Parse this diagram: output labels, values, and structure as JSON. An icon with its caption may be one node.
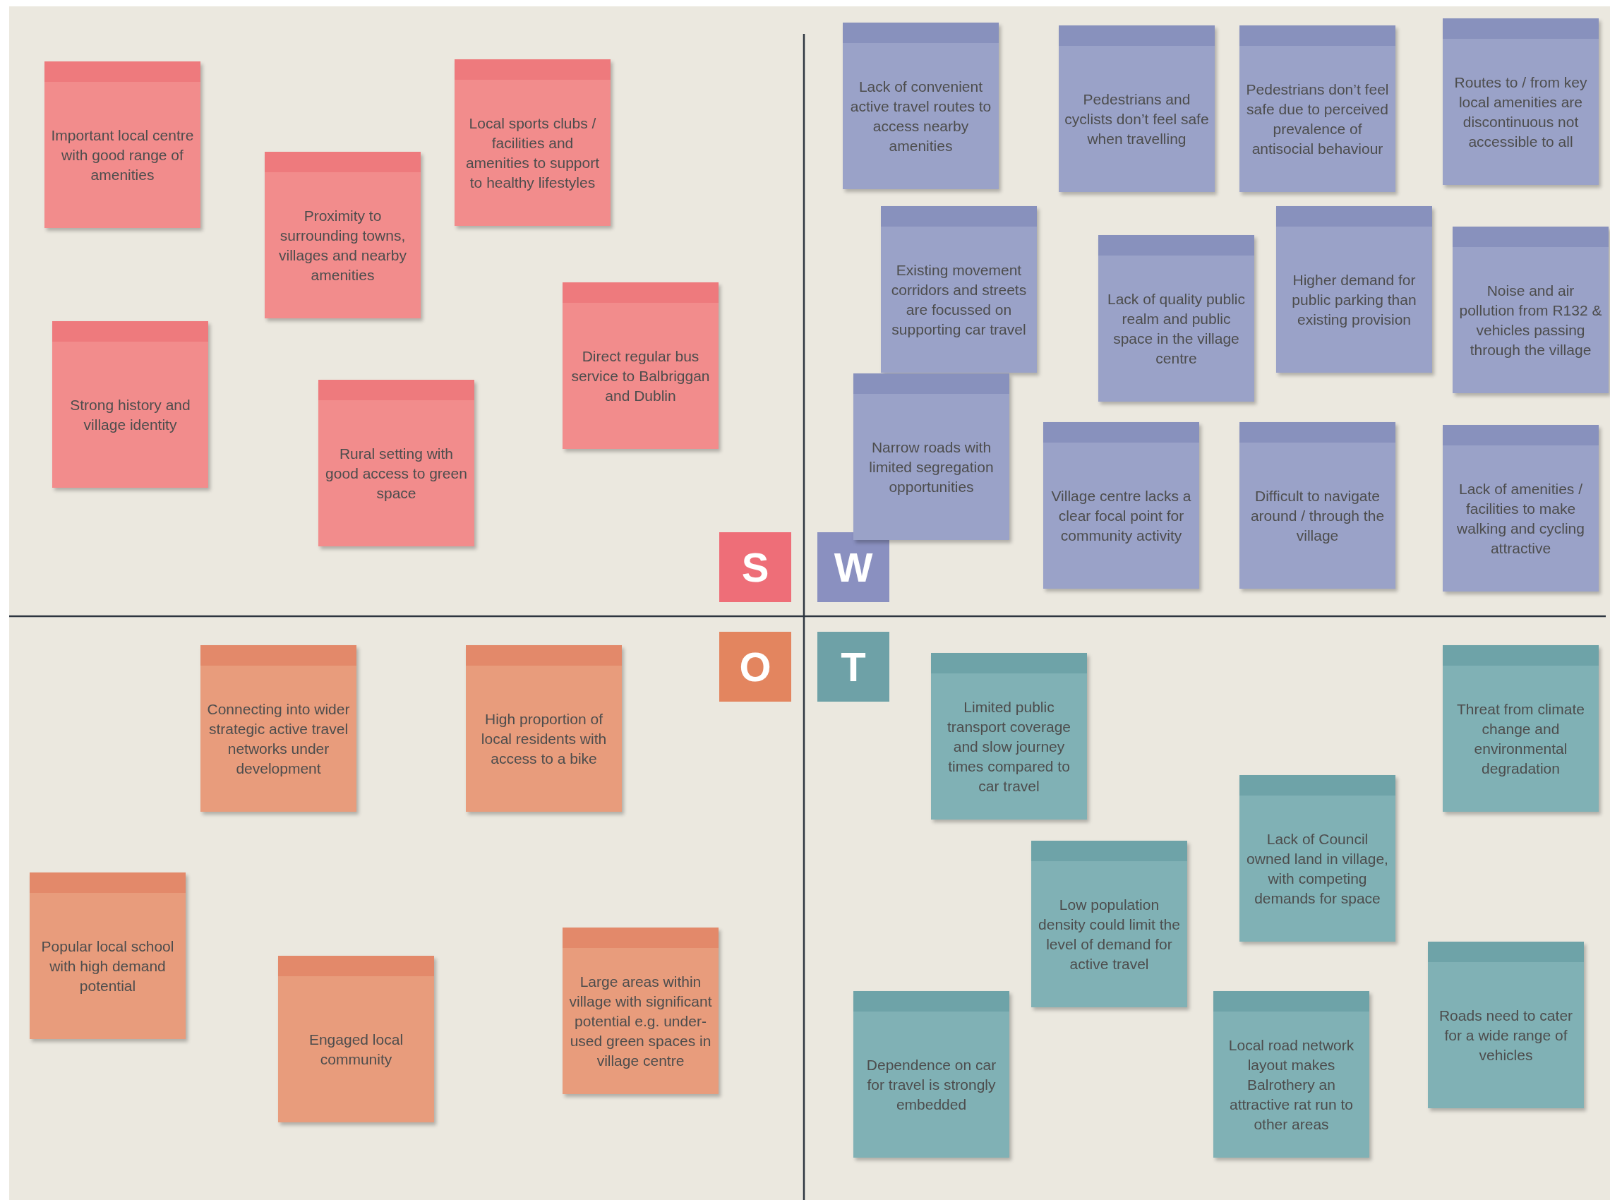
{
  "diagram": {
    "nodes": [
      {
        "text": [
          "S"
        ]
      },
      {
        "text": [
          "Important local centre with good range of amenities"
        ]
      },
      {
        "text": [
          "Local sports clubs / facilities and amenities to support to healthy lifestyles"
        ]
      },
      {
        "text": [
          "Proximity to surrounding towns, villages and nearby amenities"
        ]
      },
      {
        "text": [
          "Direct regular bus service to Balbriggan and Dublin"
        ]
      },
      {
        "text": [
          "Strong history and village identity"
        ]
      },
      {
        "text": [
          "Rural setting with good access to green space"
        ]
      },
      {
        "text": [
          "W"
        ]
      },
      {
        "text": [
          "Lack of convenient active travel routes to access nearby amenities"
        ]
      },
      {
        "text": [
          "Pedestrians and cyclists don’t feel safe when travelling"
        ]
      },
      {
        "text": [
          "Pedestrians don’t feel safe due to perceived prevalence of antisocial behaviour"
        ]
      },
      {
        "text": [
          "Routes to / from key local amenities are discontinuous not accessible to all"
        ]
      },
      {
        "text": [
          "Existing movement corridors and streets are focussed on supporting car travel"
        ]
      },
      {
        "text": [
          "Lack of quality public realm and public space in the village centre"
        ]
      },
      {
        "text": [
          "Higher demand for public parking than existing provision"
        ]
      },
      {
        "text": [
          "Noise and air pollution from R132 & vehicles passing through the village"
        ]
      },
      {
        "text": [
          "Narrow roads with limited segregation opportunities"
        ]
      },
      {
        "text": [
          "Village centre lacks a clear focal point for community activity"
        ]
      },
      {
        "text": [
          "Difficult to navigate around / through the village"
        ]
      },
      {
        "text": [
          "Lack of amenities / facilities to make walking and cycling attractive"
        ]
      },
      {
        "text": [
          "O"
        ]
      },
      {
        "text": [
          "Connecting into wider strategic active travel networks under development"
        ]
      },
      {
        "text": [
          "High proportion of local residents with access to a bike"
        ]
      },
      {
        "text": [
          "Popular local school with high demand potential"
        ]
      },
      {
        "text": [
          "Large areas within village with significant potential e.g. under-used green spaces in village centre"
        ]
      },
      {
        "text": [
          "Engaged local community"
        ]
      },
      {
        "text": [
          "T"
        ]
      },
      {
        "text": [
          "Limited public transport coverage and slow journey times compared to car travel"
        ]
      },
      {
        "text": [
          "Threat from climate change and environmental degradation"
        ]
      },
      {
        "text": [
          "Lack of Council owned land in village, with competing demands for space"
        ]
      },
      {
        "text": [
          "Low population density could limit the level of demand for active travel"
        ]
      },
      {
        "text": [
          "Roads need to cater for a wide range of vehicles"
        ]
      },
      {
        "text": [
          "Dependence on car for travel is strongly embedded"
        ]
      },
      {
        "text": [
          "Local road network layout makes Balrothery an attractive rat run to other areas"
        ]
      }
    ]
  }
}
